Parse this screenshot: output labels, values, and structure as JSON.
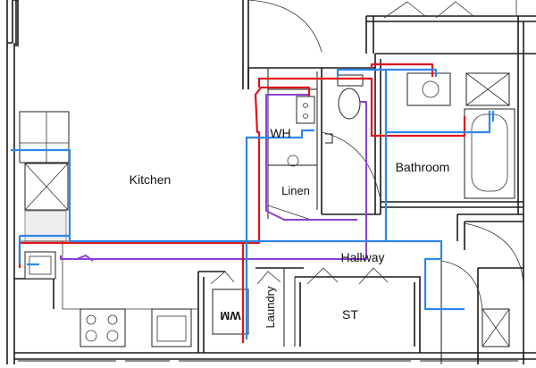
{
  "rooms": {
    "kitchen": "Kitchen",
    "wh": "WH",
    "linen": "Linen",
    "bathroom": "Bathroom",
    "hallway": "Hallway",
    "laundry": "Laundry",
    "st": "ST"
  },
  "appliances": {
    "washing_machine": "WM"
  },
  "legend_colors": {
    "hot_water": "#e0141b",
    "cold_water": "#2f86e8",
    "gas_or_drain": "#8a3fd6"
  }
}
